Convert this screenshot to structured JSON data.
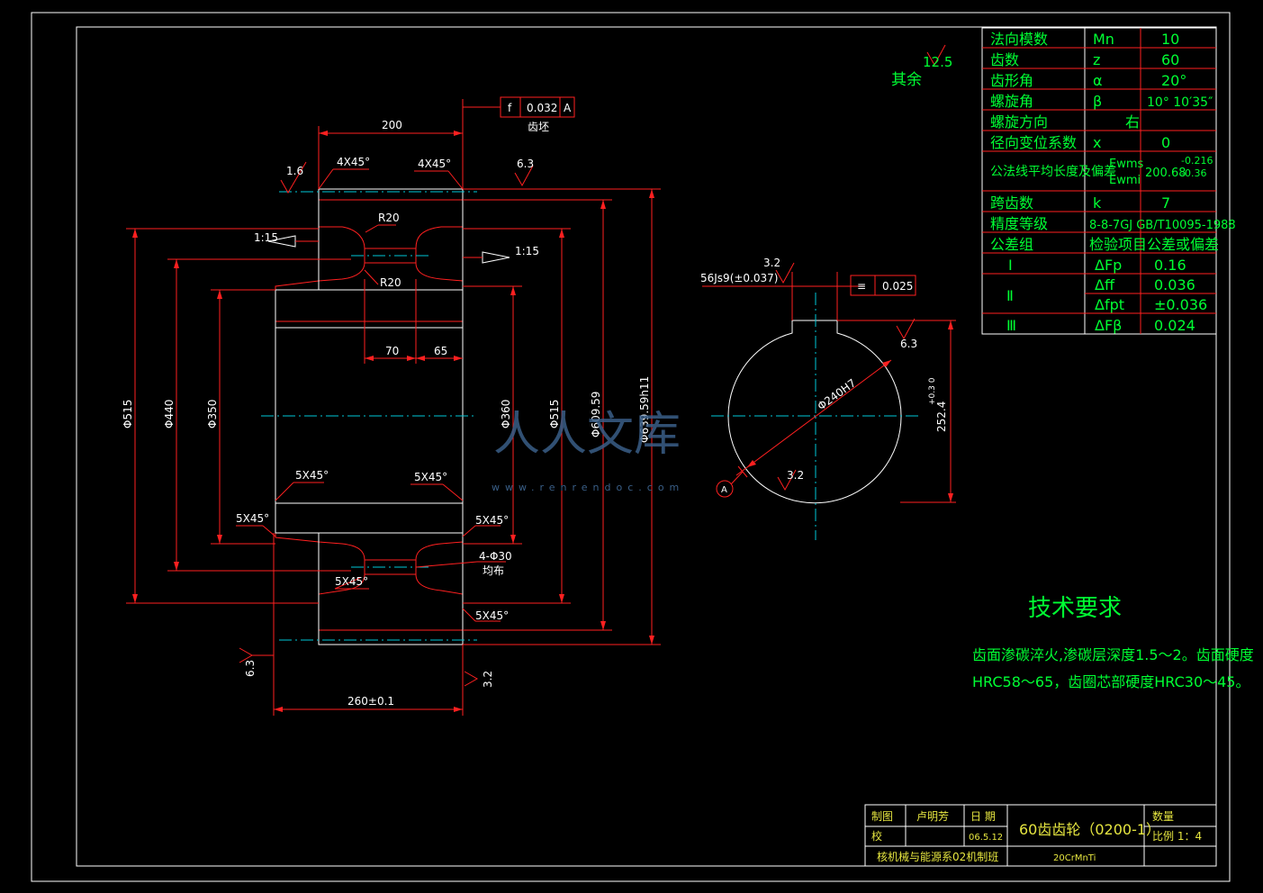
{
  "params": [
    {
      "name": "法向模数",
      "sym": "Mn",
      "val": "10"
    },
    {
      "name": "齿数",
      "sym": "z",
      "val": "60"
    },
    {
      "name": "齿形角",
      "sym": "α",
      "val": "20°"
    },
    {
      "name": "螺旋角",
      "sym": "β",
      "val": "10° 10′35″"
    },
    {
      "name": "螺旋方向",
      "sym": "",
      "val": "右"
    },
    {
      "name": "径向变位系数",
      "sym": "x",
      "val": "0"
    }
  ],
  "wk": {
    "name": "公法线平均长度及偏差",
    "sym1": "Ewms",
    "sym2": "Ewmi",
    "val": "200.68",
    "up": "-0.216",
    "lo": "-0.36"
  },
  "k": {
    "name": "跨齿数",
    "sym": "k",
    "val": "7"
  },
  "accuracy": {
    "name": "精度等级",
    "val": "8-8-7GJ  GB/T10095-1988"
  },
  "tol_header": {
    "name": "公差组",
    "val": "检验项目公差或偏差"
  },
  "tolerances": [
    {
      "grp": "Ⅰ",
      "item": "ΔFp",
      "val": "0.16"
    },
    {
      "grp": "Ⅱ",
      "item": "Δff",
      "val": "0.036"
    },
    {
      "grp": "",
      "item": "Δfpt",
      "val": "±0.036"
    },
    {
      "grp": "Ⅲ",
      "item": "ΔFβ",
      "val": "0.024"
    }
  ],
  "rough_rest": {
    "label": "其余",
    "val": "12.5"
  },
  "dims": {
    "w200": "200",
    "ch1": "4X45°",
    "ch2": "4X45°",
    "r6_3a": "6.3",
    "r1_6": "1.6",
    "runout_sym": "f",
    "runout_val": "0.032",
    "runout_ref": "A",
    "runout_note": "齿坯",
    "taper_l": "1:15",
    "taper_r": "1:15",
    "r20a": "R20",
    "r20b": "R20",
    "w70": "70",
    "w65": "65",
    "d515l": "Φ515",
    "d440": "Φ440",
    "d350": "Φ350",
    "d360": "Φ360",
    "d515r": "Φ515",
    "d609": "Φ609.59",
    "d639": "Φ639.59h11",
    "ch5a": "5X45°",
    "ch5b": "5X45°",
    "ch5c": "5X45°",
    "ch5d": "5X45°",
    "ch5e": "5X45°",
    "ch5f": "5X45°",
    "holes": "4-Φ30",
    "holes2": "均布",
    "r6_3b": "6.3",
    "r3_2a": "3.2",
    "w260": "260±0.1",
    "key_w": "56Js9(±0.037)",
    "key_r": "3.2",
    "sym_sym": "≡",
    "sym_val": "0.025",
    "r6_3c": "6.3",
    "bore": "Φ240H7",
    "hub": "252.4",
    "hub_tol": "+0.3\n0",
    "r3_2b": "3.2",
    "datum": "A"
  },
  "tech": {
    "title": "技术要求",
    "line1": "齿面渗碳淬火,渗碳层深度1.5～2。齿面硬度",
    "line2": "HRC58～65，齿圈芯部硬度HRC30～45。"
  },
  "titleblock": {
    "draw": "制图",
    "drawer": "卢明芳",
    "date_label": "日 期",
    "date": "06.5.12",
    "check": "校",
    "name": "60齿齿轮（0200-1）",
    "qty": "数量",
    "scale": "比例 1：4",
    "school": "核机械与能源系02机制班",
    "material": "20CrMnTi"
  },
  "watermark": {
    "main": "人人文库",
    "url": "www.renrendoc.com"
  }
}
